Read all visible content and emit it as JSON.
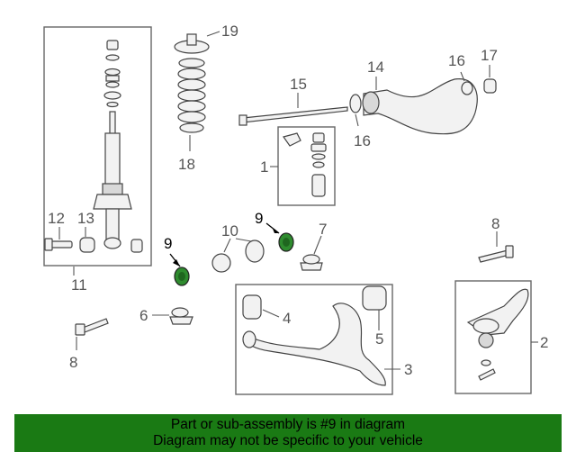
{
  "callouts": {
    "c19": "19",
    "c18": "18",
    "c11": "11",
    "c12": "12",
    "c13": "13",
    "c15": "15",
    "c14": "14",
    "c16a": "16",
    "c16b": "16",
    "c17": "17",
    "c1": "1",
    "c9a": "9",
    "c9b": "9",
    "c10": "10",
    "c7": "7",
    "c8a": "8",
    "c6": "6",
    "c8b": "8",
    "c4": "4",
    "c5": "5",
    "c3": "3",
    "c2": "2"
  },
  "highlight": {
    "part_number": "9",
    "color": "#2e8b2e"
  },
  "banner": {
    "line1": "Part or sub-assembly is #9 in diagram",
    "line2": "Diagram may not be specific to your vehicle",
    "background": "#1a7a14"
  }
}
